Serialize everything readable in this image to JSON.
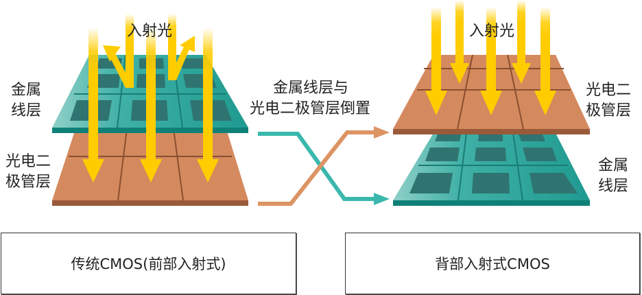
{
  "colors": {
    "metal_layer": "#2aa79e",
    "metal_dark": "#2f7470",
    "metal_edge": "#0f8078",
    "photodiode_layer": "#d48a5e",
    "photodiode_edge": "#9a5a3a",
    "photodiode_grid": "#8a4e30",
    "light": "#ffcc00",
    "swap_teal": "#3ab8ad",
    "swap_orange": "#dc9464"
  },
  "left": {
    "incident_light_label": "入射光",
    "metal_label_line1": "金属",
    "metal_label_line2": "线层",
    "photodiode_label_line1": "光电二",
    "photodiode_label_line2": "极管层",
    "caption": "传统CMOS(前部入射式)"
  },
  "middle": {
    "swap_label_line1": "金属线层与",
    "swap_label_line2": "光电二极管层倒置"
  },
  "right": {
    "incident_light_label": "入射光",
    "photodiode_label_line1": "光电二",
    "photodiode_label_line2": "极管层",
    "metal_label_line1": "金属",
    "metal_label_line2": "线层",
    "caption": "背部入射式CMOS"
  }
}
